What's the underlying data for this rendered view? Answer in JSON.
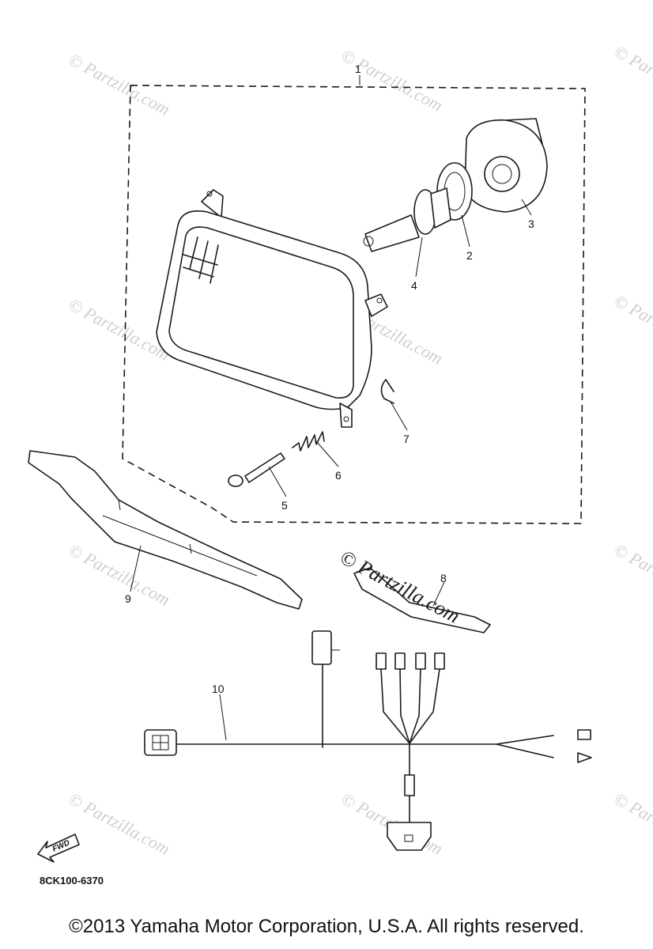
{
  "callouts": [
    {
      "id": "1",
      "label": "1"
    },
    {
      "id": "2",
      "label": "2"
    },
    {
      "id": "3",
      "label": "3"
    },
    {
      "id": "4",
      "label": "4"
    },
    {
      "id": "5",
      "label": "5"
    },
    {
      "id": "6",
      "label": "6"
    },
    {
      "id": "7",
      "label": "7"
    },
    {
      "id": "8",
      "label": "8"
    },
    {
      "id": "9",
      "label": "9"
    },
    {
      "id": "10",
      "label": "10"
    }
  ],
  "watermark": {
    "text": "© Partzilla.com",
    "color": "#cfcfcf"
  },
  "center_watermark": "© Partzilla.com",
  "fwd_label": "FWD",
  "diagram_code": "8CK100-6370",
  "copyright": "©2013  Yamaha Motor Corporation, U.S.A. All rights reserved."
}
